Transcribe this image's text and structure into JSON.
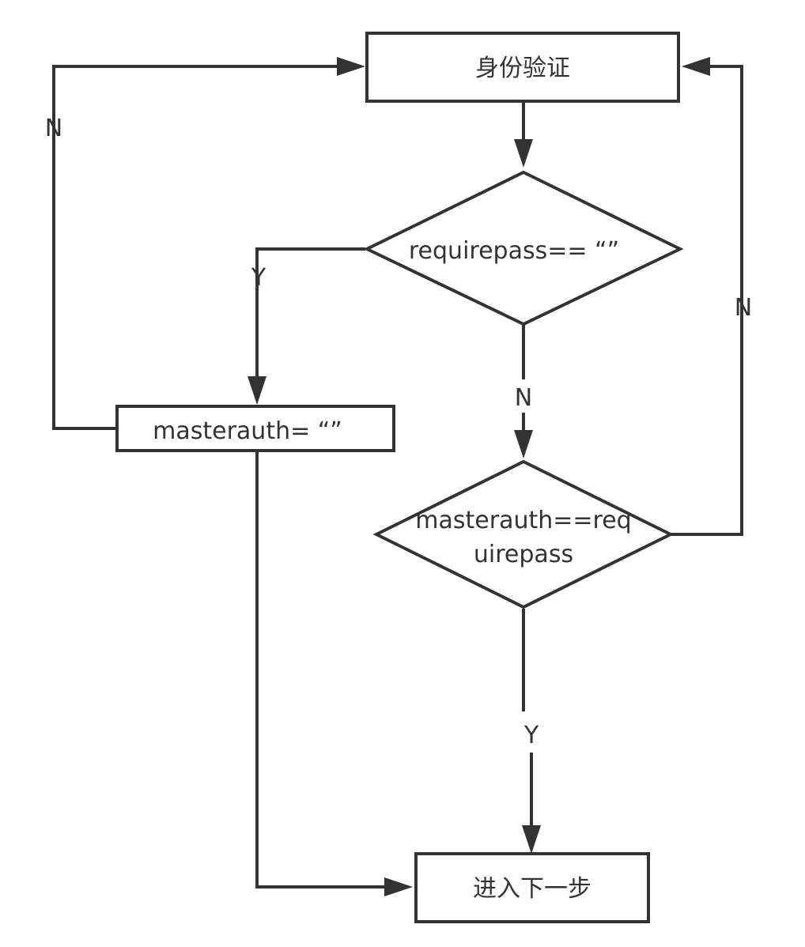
{
  "nodes": {
    "auth": {
      "label": "身份验证"
    },
    "check_requirepass": {
      "label": "requirepass==  “”"
    },
    "set_masterauth": {
      "label": "masterauth=  “”"
    },
    "check_masterauth": {
      "line1": "masterauth==req",
      "line2": "uirepass"
    },
    "next_step": {
      "label": "进入下一步"
    }
  },
  "edge_labels": {
    "left_loop": "N",
    "requirepass_yes": "Y",
    "requirepass_no": "N",
    "right_loop": "N",
    "masterauth_yes": "Y"
  },
  "colors": {
    "stroke": "#333333",
    "fill": "#ffffff"
  }
}
